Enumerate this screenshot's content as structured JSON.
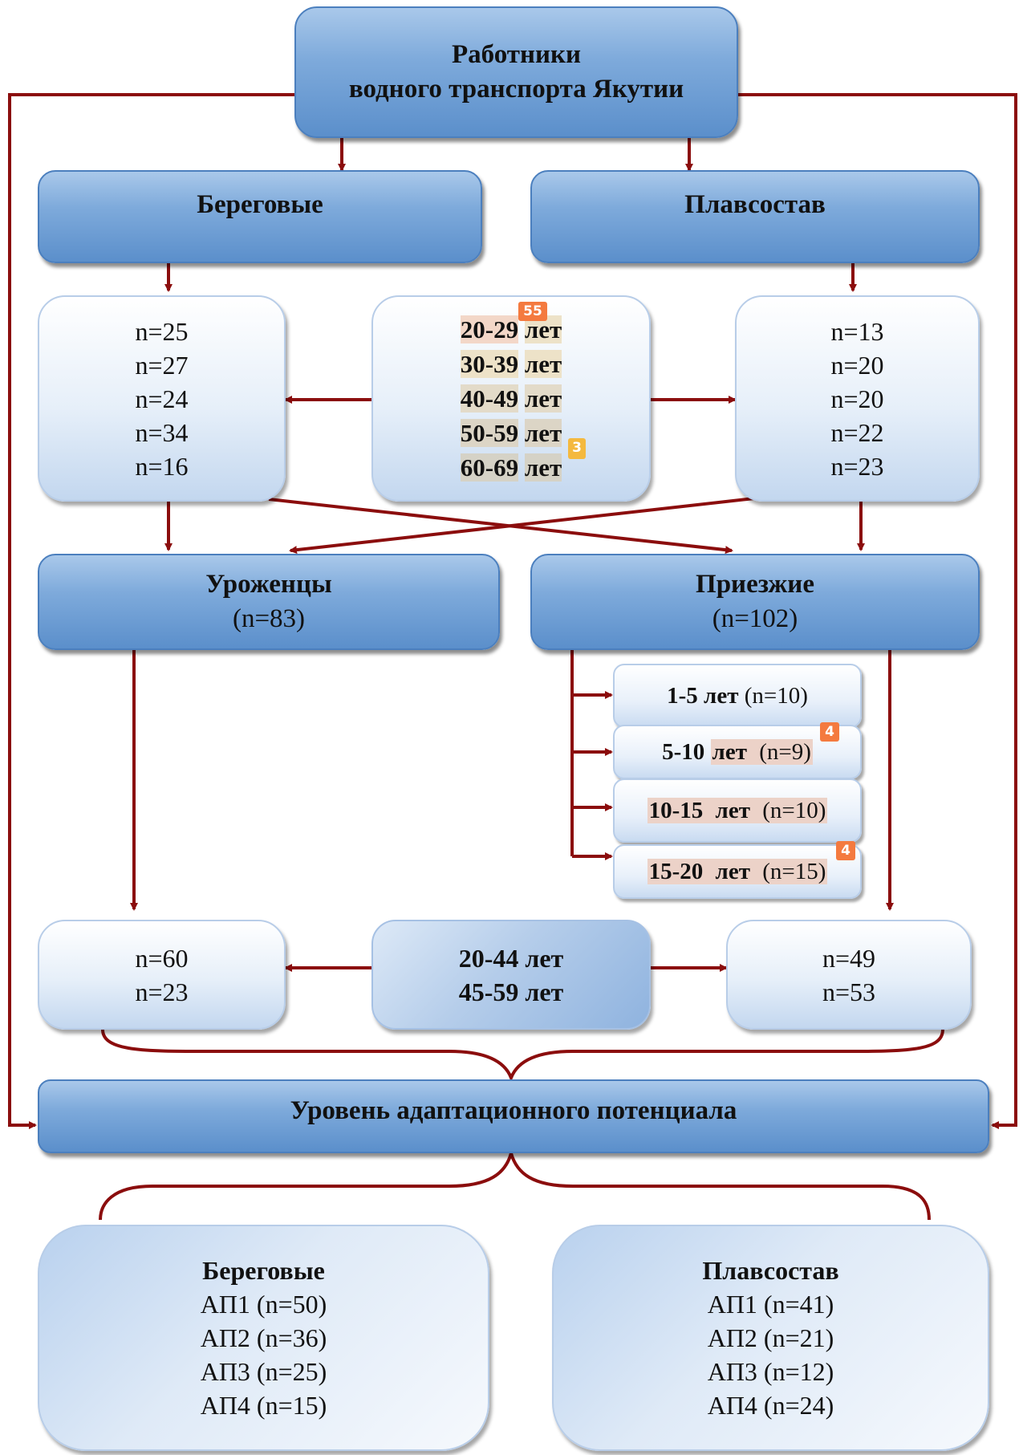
{
  "colors": {
    "arrow": "#8b0d0d",
    "box_dark": "#6f9fd6",
    "box_light": "#e6eff9",
    "badge_orange": "#f47a3f",
    "badge_yellow": "#f4b93f"
  },
  "top": {
    "title_line1": "Работники",
    "title_line2": "водного транспорта Якутии"
  },
  "branches": {
    "left": "Береговые",
    "right": "Плавсостав"
  },
  "age_groups": {
    "suffix": "лет",
    "ranges": [
      "20-29",
      "30-39",
      "40-49",
      "50-59",
      "60-69"
    ]
  },
  "age_left_counts": [
    "n=25",
    "n=27",
    "n=24",
    "n=34",
    "n=16"
  ],
  "age_right_counts": [
    "n=13",
    "n=20",
    "n=20",
    "n=22",
    "n=23"
  ],
  "badges": {
    "b1": "55",
    "b2": "3",
    "b3": "4",
    "b4": "4"
  },
  "origin": {
    "natives": "Уроженцы",
    "natives_n": "(n=83)",
    "newcomers": "Приезжие",
    "newcomers_n": "(n=102)"
  },
  "residence": [
    {
      "range": "1-5",
      "unit": "лет",
      "n": "(n=10)"
    },
    {
      "range": "5-10",
      "unit": "лет",
      "n": "(n=9)"
    },
    {
      "range": "10-15",
      "unit": "лет",
      "n": "(n=10)"
    },
    {
      "range": "15-20",
      "unit": "лет",
      "n": "(n=15)"
    }
  ],
  "age2": {
    "line1": "20-44 лет",
    "line2": "45-59 лет",
    "left": [
      "n=60",
      "n=23"
    ],
    "right": [
      "n=49",
      "n=53"
    ]
  },
  "level_title": "Уровень адаптационного потенциала",
  "result_left": {
    "title": "Береговые",
    "items": [
      "АП1 (n=50)",
      "АП2 (n=36)",
      "АП3 (n=25)",
      "АП4 (n=15)"
    ]
  },
  "result_right": {
    "title": "Плавсостав",
    "items": [
      "АП1 (n=41)",
      "АП2 (n=21)",
      "АП3 (n=12)",
      "АП4 (n=24)"
    ]
  }
}
